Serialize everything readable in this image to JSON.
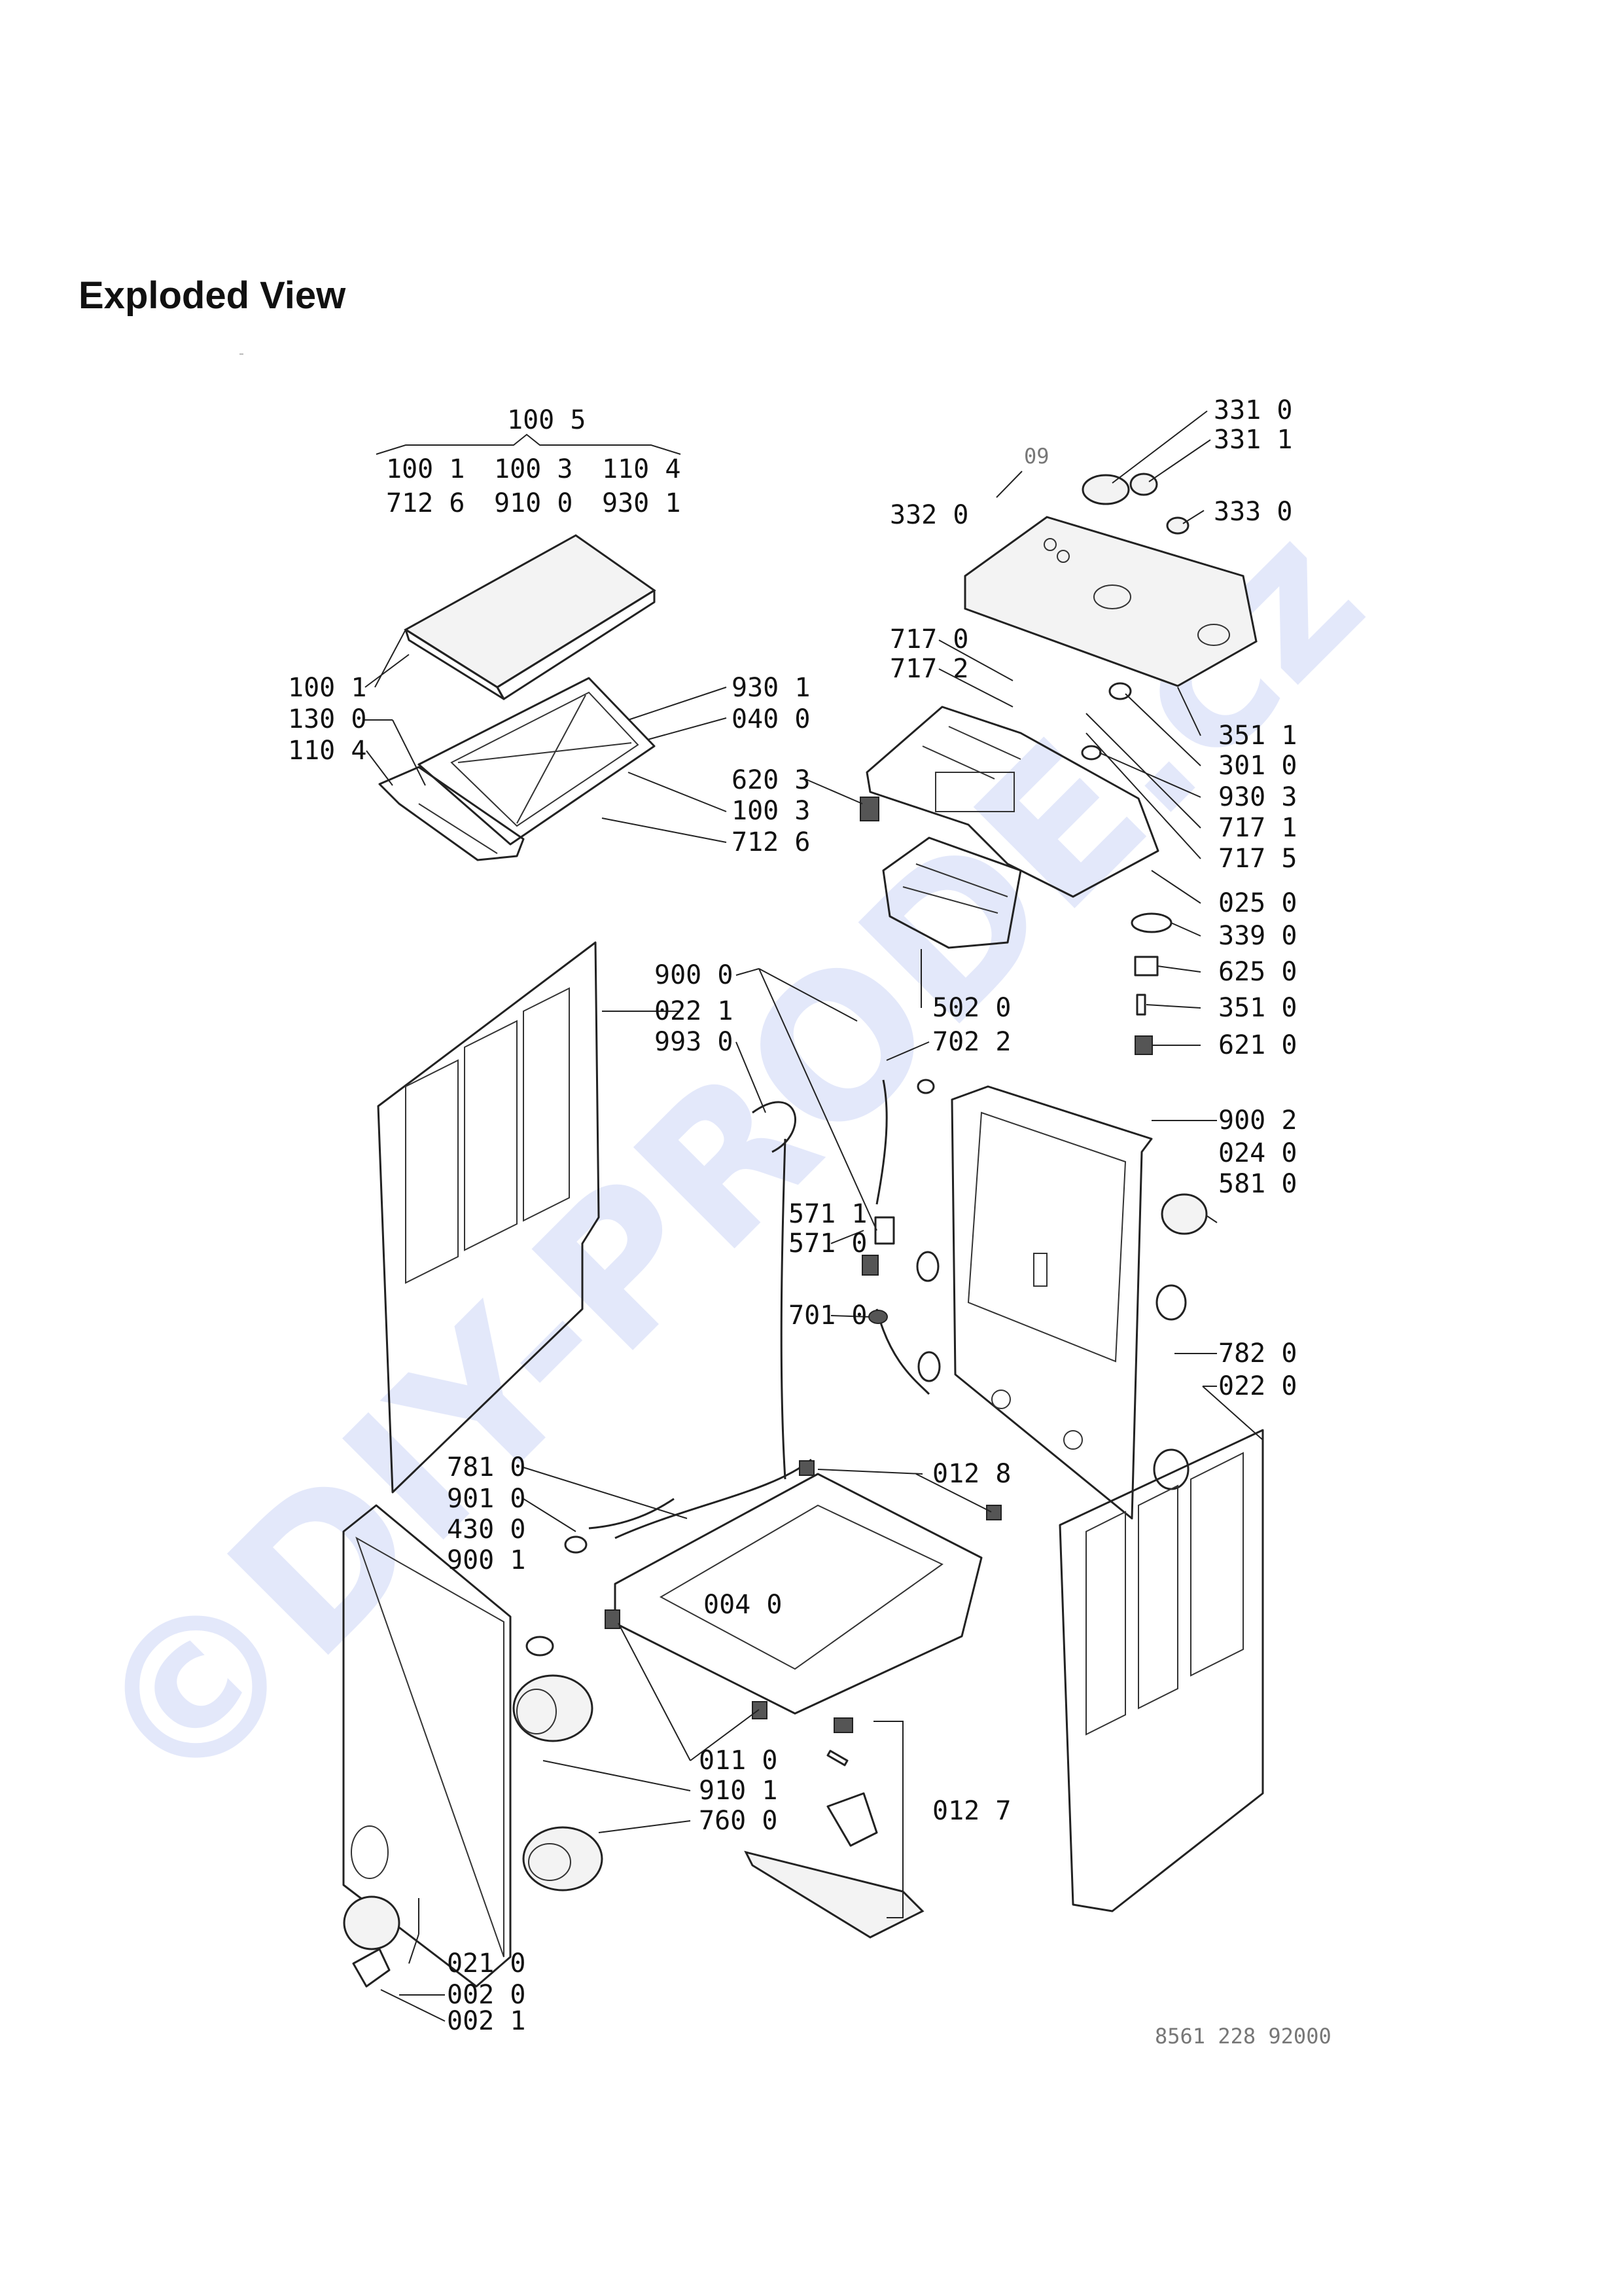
{
  "page": {
    "title": "Exploded View"
  },
  "watermark": {
    "text": "©DIY-PRODE.cz"
  },
  "drawing_code": "8561 228 92000",
  "lid_group": {
    "header": "100 5",
    "row1": [
      "100 1",
      "100 3",
      "110 4"
    ],
    "row2": [
      "712 6",
      "910 0",
      "930 1"
    ]
  },
  "labels": {
    "l3310": "331 0",
    "l3311": "331 1",
    "l3320": "332 0",
    "l3330": "333 0",
    "l09": "09",
    "l7170": "717 0",
    "l7172": "717 2",
    "l1001": "100 1",
    "l1300": "130 0",
    "l1104": "110 4",
    "l9301": "930 1",
    "l0400": "040 0",
    "l6203": "620 3",
    "l1003": "100 3",
    "l7126": "712 6",
    "l3511": "351 1",
    "l3010": "301 0",
    "l9303": "930 3",
    "l7171": "717 1",
    "l7175": "717 5",
    "l0250": "025 0",
    "l3390": "339 0",
    "l6250": "625 0",
    "l3510": "351 0",
    "l6210": "621 0",
    "l9000": "900 0",
    "l0221": "022 1",
    "l9930": "993 0",
    "l5020": "502 0",
    "l7022": "702 2",
    "l9002": "900 2",
    "l0240": "024 0",
    "l5810": "581 0",
    "l5711": "571 1",
    "l5710": "571 0",
    "l7010": "701 0",
    "l7820": "782 0",
    "l0220": "022 0",
    "l7810": "781 0",
    "l9010": "901 0",
    "l4300": "430 0",
    "l9001": "900 1",
    "l0128": "012 8",
    "l0040": "004 0",
    "l0110": "011 0",
    "l9101": "910 1",
    "l7600": "760 0",
    "l0127": "012 7",
    "l0210": "021 0",
    "l0020": "002 0",
    "l0021": "002 1"
  }
}
